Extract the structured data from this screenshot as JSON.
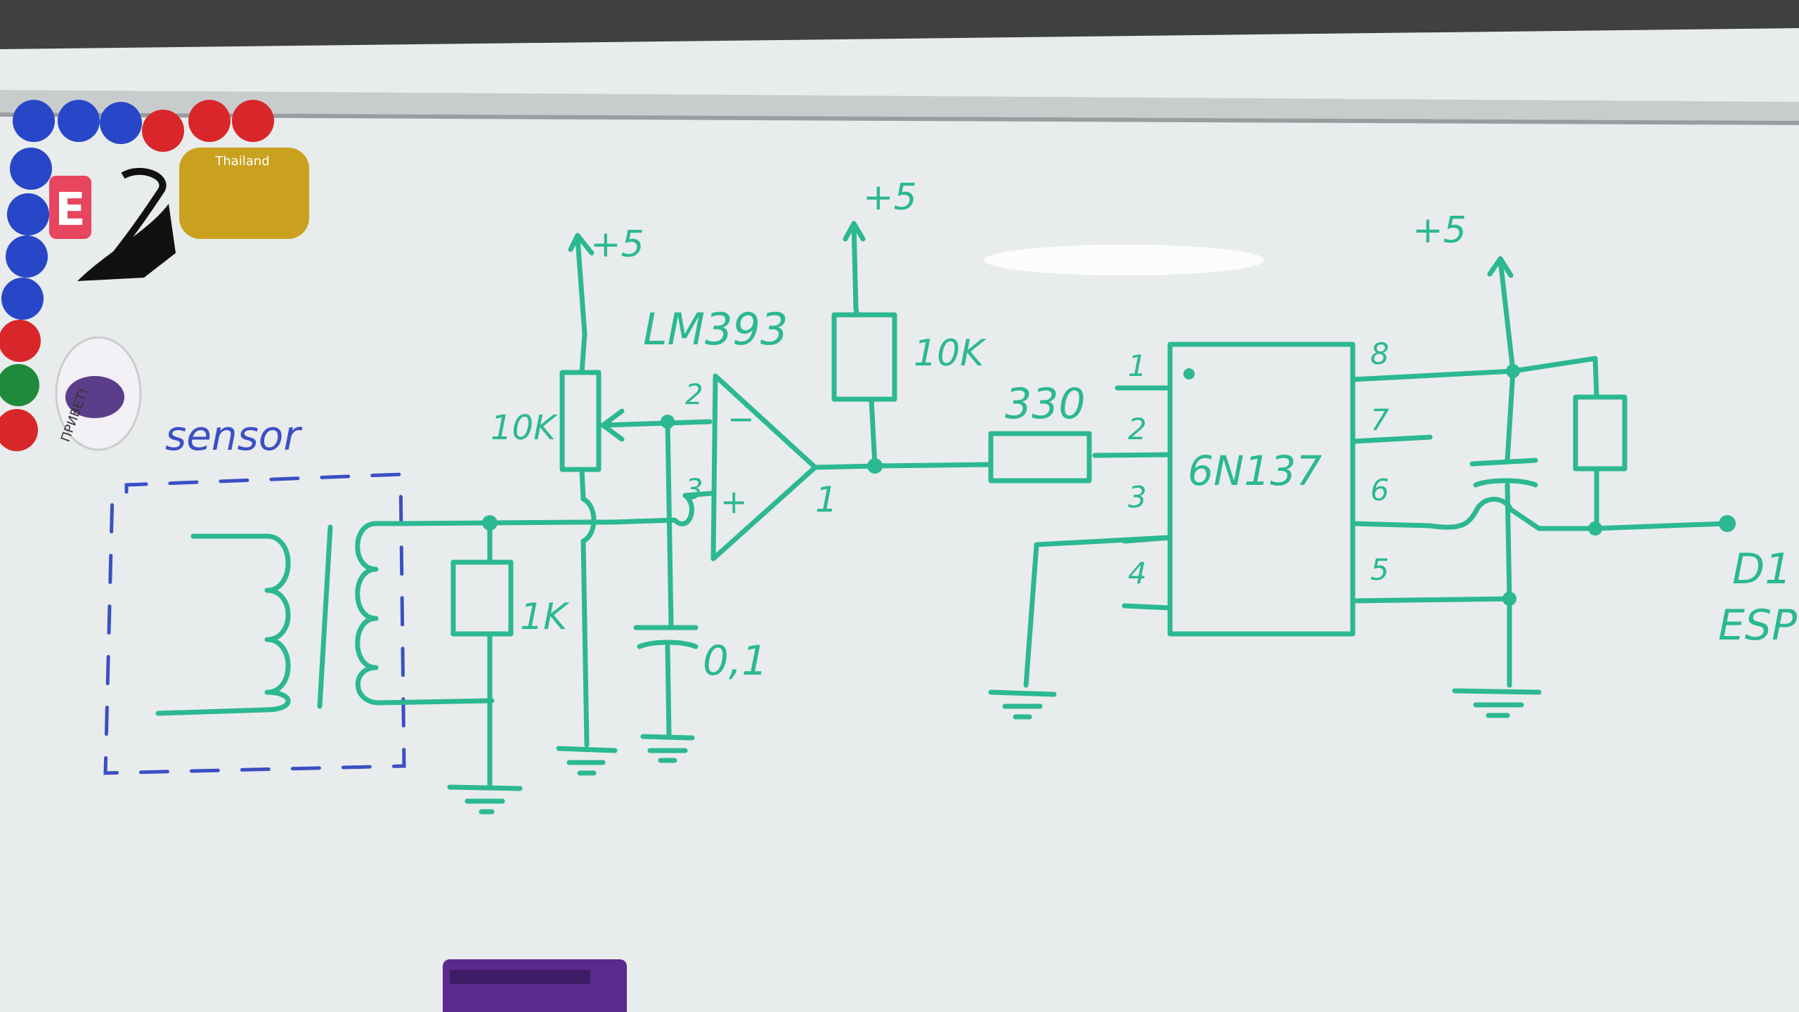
{
  "labels": {
    "sensor": "sensor",
    "pot": "10K",
    "vcc_pot": "+5",
    "comparator": "LM393",
    "pin2": "2",
    "pin3": "3",
    "pin1": "1",
    "minus": "−",
    "plus": "+",
    "pullup": "10K",
    "vcc_pullup": "+5",
    "burden": "1K",
    "cap": "0,1",
    "led_res": "330",
    "opto": "6N137",
    "opto_p1": "1",
    "opto_p2": "2",
    "opto_p3": "3",
    "opto_p4": "4",
    "opto_p8": "8",
    "opto_p7": "7",
    "opto_p6": "6",
    "opto_p5": "5",
    "vcc_opto": "+5",
    "out1": "D1",
    "out2": "ESP"
  },
  "magnets": {
    "letter": "E",
    "sticker1": "Thailand",
    "sticker2": "ПРИВЕТ!"
  },
  "colors": {
    "marker_green": "#2bb893",
    "marker_blue": "#3b4fc4",
    "board": "#eef0ef",
    "frame": "#b8bbbd",
    "eraser": "#5b2a8f"
  }
}
